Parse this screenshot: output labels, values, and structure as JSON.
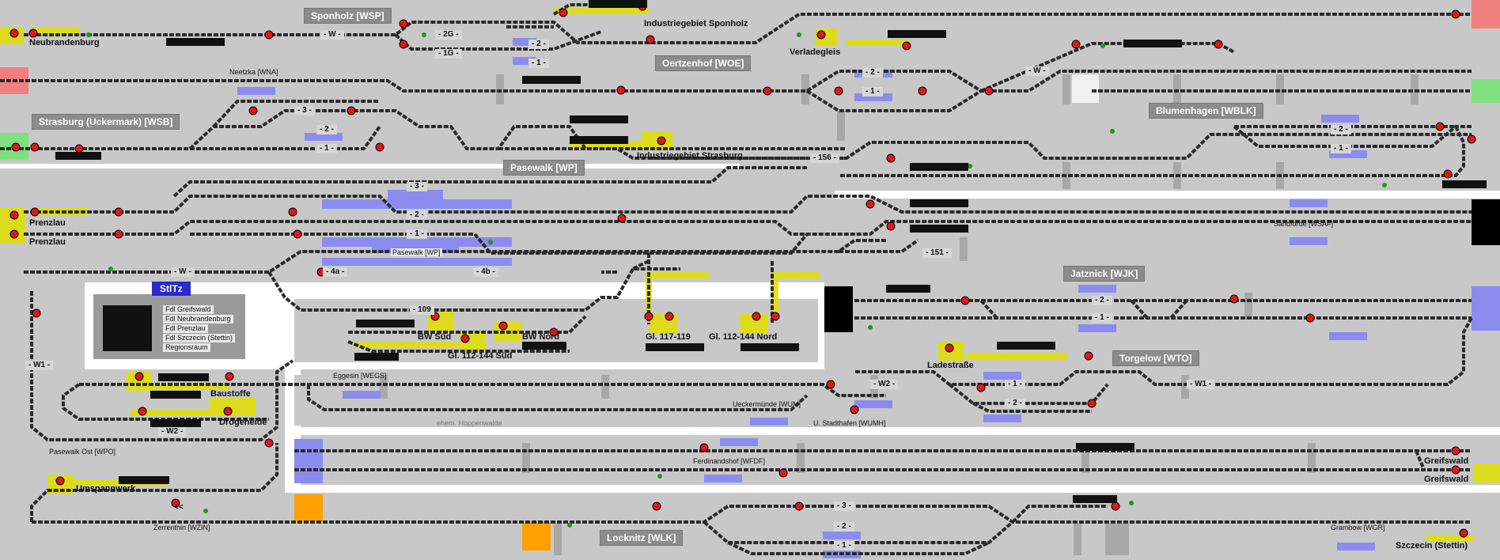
{
  "stations": [
    {
      "id": "wsp",
      "name": "Sponholz [WSP]"
    },
    {
      "id": "woe",
      "name": "Oertzenhof [WOE]"
    },
    {
      "id": "wsb",
      "name": "Strasburg (Uckermark) [WSB]"
    },
    {
      "id": "wp",
      "name": "Pasewalk [WP]"
    },
    {
      "id": "wblk",
      "name": "Blumenhagen [WBLK]"
    },
    {
      "id": "wjk",
      "name": "Jatznick [WJK]"
    },
    {
      "id": "wto",
      "name": "Torgelow [WTO]"
    },
    {
      "id": "wlk",
      "name": "Locknitz [WLK]"
    }
  ],
  "places": {
    "neubrandenburg": "Neubrandenburg",
    "ind_sponholz": "Industriegebiet Sponholz",
    "verladegleis": "Verladegleis",
    "ind_strasburg": "Industriegebiet Strasburg",
    "prenzlau1": "Prenzlau",
    "prenzlau2": "Prenzlau",
    "bw_sued": "BW Süd",
    "bw_nord": "BW Nord",
    "gl_112_sued": "Gl. 112-144 Süd",
    "gl_117": "Gl. 117-119",
    "gl_112_nord": "Gl. 112-144 Nord",
    "ladestrasse": "Ladestraße",
    "baustoffe": "Baustoffe",
    "droegeheide": "Drögeheide",
    "umspannwerk": "Umspannwerk",
    "greifswald1": "Greifswald",
    "greifswald2": "Greifswald",
    "szczecin": "Szczecin (Stettin)"
  },
  "small_labels": {
    "wna": "Neetzka [WNA]",
    "pasewalk_wp": "Pasewalk [WP]",
    "wsaf": "Sandförde [WSAF]",
    "wegs": "Eggesin [WEGS]",
    "wum": "Ueckermünde [WUM]",
    "wumh": "U. Stadthafen [WUMH]",
    "hoppenwalde": "ehem. Hoppenwalde",
    "wpo": "Pasewalk Ost [WPO]",
    "wfdf": "Ferdinandshof [WFDF]",
    "wzin": "Zerrenthin [WZIN]",
    "wgr": "Grambow [WGR]"
  },
  "track_labels": {
    "w1": "- W -",
    "g2": "- 2G -",
    "g1": "- 1G -",
    "s2": "- 2 -",
    "s1": "- 1 -",
    "w_woe": "- W -",
    "woe2": "- 2 -",
    "woe1": "- 1 -",
    "wsb3": "- 3 -",
    "wsb2": "- 2 -",
    "wsb1": "- 1 -",
    "wblk2": "- 2 -",
    "wblk1": "- 1 -",
    "wp156": "- 156 -",
    "wp3": "- 3 -",
    "wp2": "- 2 -",
    "wp1": "- 1 -",
    "wp_w": "- W -",
    "wp4a": "- 4a -",
    "wp4b": "- 4b -",
    "wp109": "- 109",
    "wp151": "- 151 -",
    "wjk2": "- 2 -",
    "wjk1": "- 1 -",
    "wto_w2": "- W2 -",
    "wto1": "- 1 -",
    "wto2": "- 2 -",
    "wto_w1": "- W1 -",
    "w1_left": "- W1 -",
    "w2_left": "- W2 -",
    "wlk3": "- 3 -",
    "wlk2": "- 2 -",
    "wlk1": "- 1 -",
    "back": "<<"
  },
  "sttz": {
    "title": "StlTz",
    "rows": [
      "Fdl Greifswald",
      "Fdl Neubrandenburg",
      "Fdl Prenzlau",
      "Fdl Szczecin (Stettin)",
      "Regionsraum"
    ]
  },
  "colors": {
    "background": "#c8c8c8",
    "track": "#2b2b2b",
    "signal_red": "#e01818",
    "signal_green": "#1a9a1a",
    "route_yellow": "#e0e000",
    "occupied_blue": "#8c8cf0",
    "block_green": "#80e080",
    "block_red": "#f08080",
    "block_orange": "#ffa000",
    "block_black": "#000000",
    "station_title_bg": "#8c8c8c"
  }
}
